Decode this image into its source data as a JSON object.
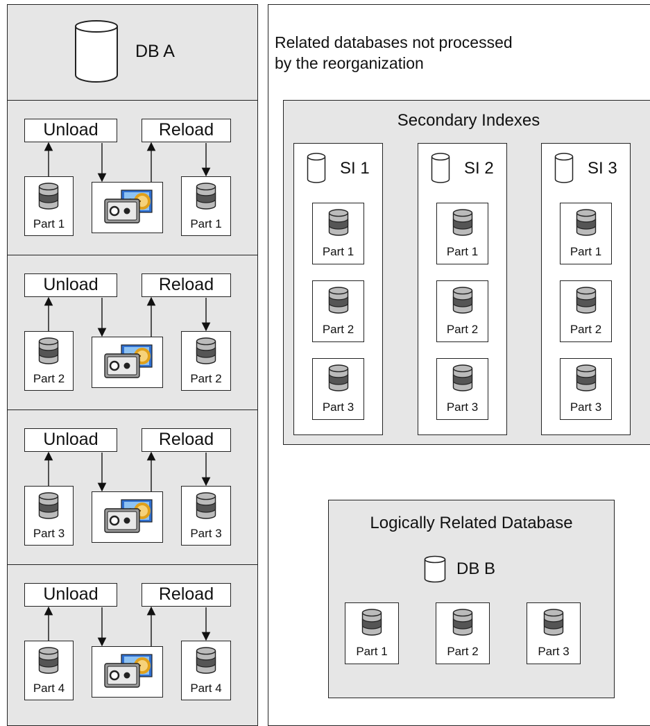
{
  "left": {
    "db_label": "DB A",
    "sections": [
      {
        "unload_label": "Unload",
        "reload_label": "Reload",
        "source_part": "Part 1",
        "target_part": "Part 1"
      },
      {
        "unload_label": "Unload",
        "reload_label": "Reload",
        "source_part": "Part 2",
        "target_part": "Part 2"
      },
      {
        "unload_label": "Unload",
        "reload_label": "Reload",
        "source_part": "Part 3",
        "target_part": "Part 3"
      },
      {
        "unload_label": "Unload",
        "reload_label": "Reload",
        "source_part": "Part 4",
        "target_part": "Part 4"
      }
    ]
  },
  "right": {
    "heading_line1": "Related databases not processed",
    "heading_line2": "by the reorganization",
    "secondary": {
      "title": "Secondary Indexes",
      "indexes": [
        {
          "label": "SI 1",
          "parts": [
            "Part 1",
            "Part 2",
            "Part 3"
          ]
        },
        {
          "label": "SI 2",
          "parts": [
            "Part 1",
            "Part 2",
            "Part 3"
          ]
        },
        {
          "label": "SI 3",
          "parts": [
            "Part 1",
            "Part 2",
            "Part 3"
          ]
        }
      ]
    },
    "logical": {
      "title": "Logically Related Database",
      "db_label": "DB B",
      "parts": [
        "Part 1",
        "Part 2",
        "Part 3"
      ]
    }
  },
  "colors": {
    "panel_grey": "#e6e6e6",
    "border": "#222222",
    "band_dark": "#555555",
    "band_light": "#bbbbbb",
    "tape_blue": "#2f6fd0",
    "tape_gold": "#e0a01a"
  }
}
